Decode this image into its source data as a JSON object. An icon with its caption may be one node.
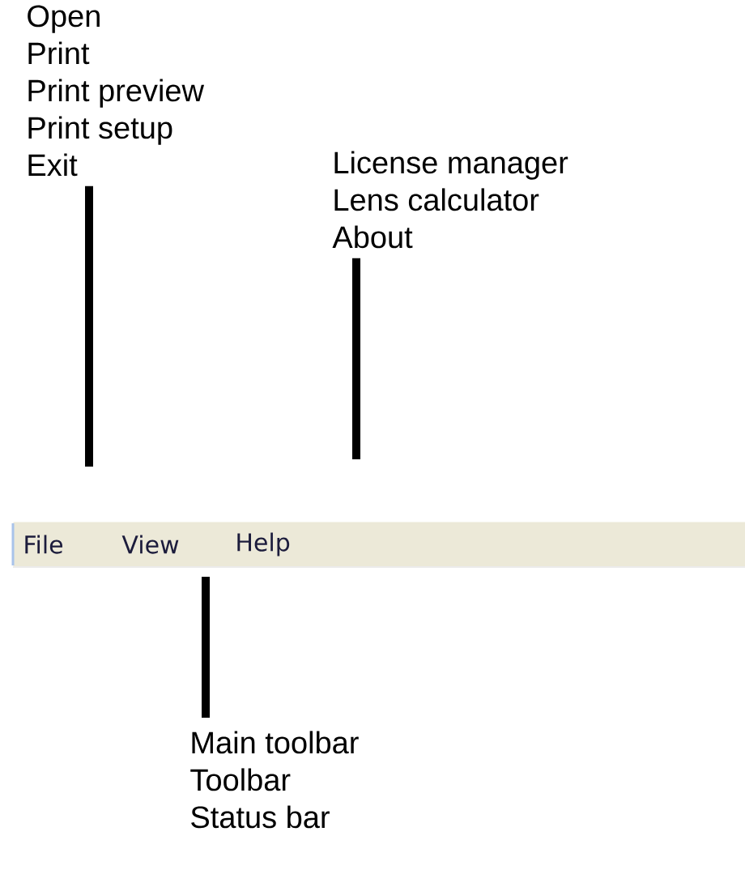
{
  "diagram": {
    "nodes": [
      {
        "text": [],
        "shape": "bar"
      },
      {
        "text": [
          "File"
        ],
        "in": 0
      },
      {
        "text": [
          "View"
        ],
        "in": 0
      },
      {
        "text": [
          "Help"
        ],
        "in": 0
      },
      {
        "text": [
          "Open",
          "Print",
          "Print preview",
          "Print setup",
          "Exit"
        ]
      },
      {
        "text": [
          "License manager",
          "Lens calculator",
          "About"
        ]
      },
      {
        "text": [
          "Main toolbar",
          "Toolbar",
          "Status bar"
        ]
      }
    ],
    "edges": [
      {
        "from": 4,
        "to": 1,
        "arrow": "none"
      },
      {
        "from": 5,
        "to": 3,
        "arrow": "none"
      },
      {
        "from": 6,
        "to": 2,
        "arrow": "none"
      }
    ]
  }
}
